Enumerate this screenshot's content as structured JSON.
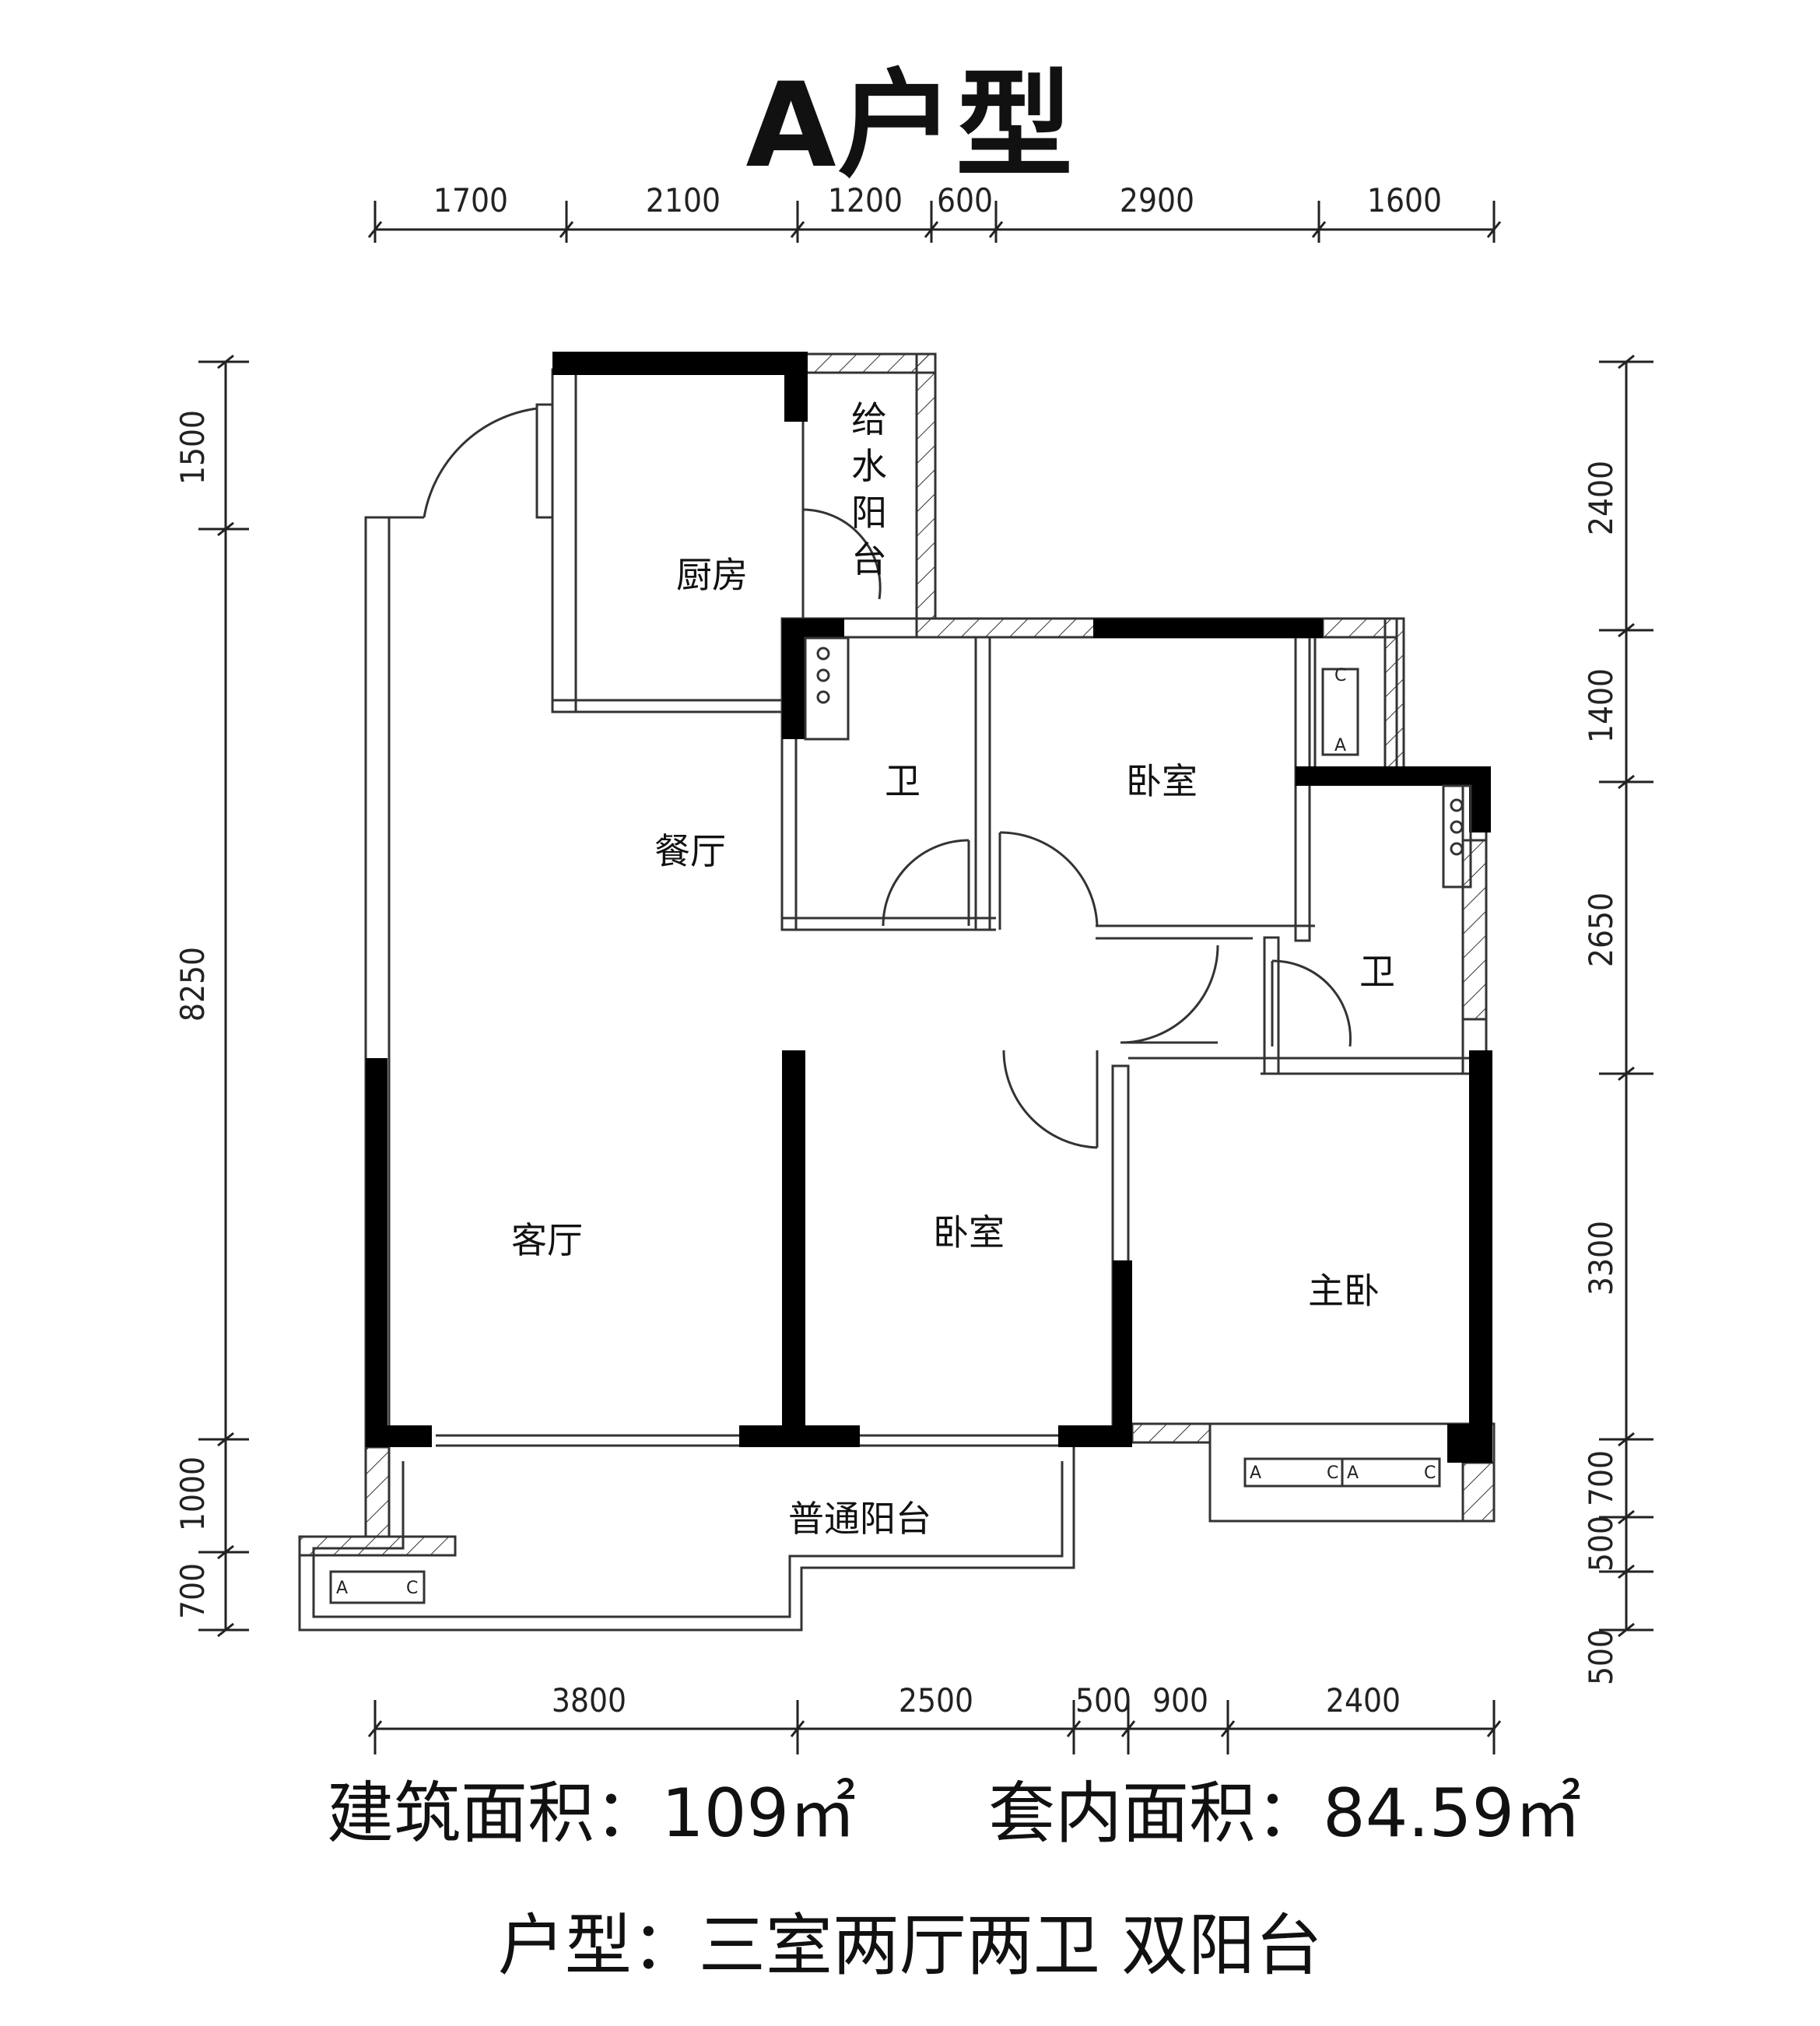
{
  "title": "A户型",
  "dimensions": {
    "top": [
      "1700",
      "2100",
      "1200",
      "600",
      "2900",
      "1600"
    ],
    "bottom": [
      "3800",
      "2500",
      "500",
      "900",
      "2400"
    ],
    "left": [
      "1500",
      "8250",
      "1000",
      "700"
    ],
    "right": [
      "2400",
      "1400",
      "2650",
      "3300",
      "700",
      "500",
      "500"
    ]
  },
  "rooms": {
    "kitchen": "厨房",
    "supply_balcony": [
      "给",
      "水",
      "阳",
      "台"
    ],
    "dining": "餐厅",
    "bath1": "卫",
    "bedroom1": "卧室",
    "bath2": "卫",
    "living": "客厅",
    "bedroom2": "卧室",
    "master": "主卧",
    "balcony": "普通阳台"
  },
  "ac_labels": {
    "a": "A",
    "c": "C"
  },
  "summary": {
    "building_area": "建筑面积：109㎡",
    "inner_area": "套内面积：84.59㎡",
    "layout": "户型：三室两厅两卫 双阳台"
  }
}
